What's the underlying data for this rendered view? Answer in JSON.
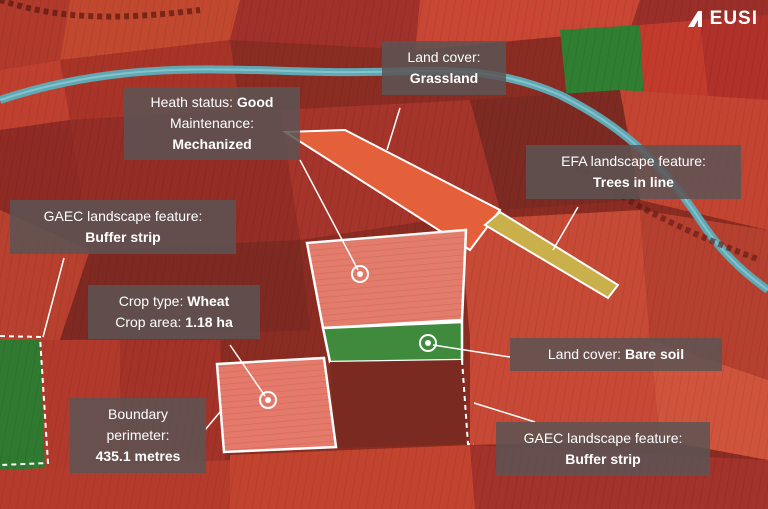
{
  "brand": {
    "name": "EUSI",
    "logo_icon": "eusi-logo-icon"
  },
  "colors": {
    "callout_bg": "#5c5454",
    "callout_text": "#ffffff",
    "boundary_line": "#ffffff",
    "river": "#5fa8b4",
    "field_red": "#c83a2e",
    "field_green": "#3f8a3c"
  },
  "callouts": {
    "grassland": {
      "label": "Land cover:",
      "value": "Grassland"
    },
    "health": {
      "label1": "Heath status:",
      "value1": "Good",
      "label2": "Maintenance:",
      "value2": "Mechanized"
    },
    "efa": {
      "label": "EFA landscape feature:",
      "value": "Trees in line"
    },
    "gaec_left": {
      "label": "GAEC landscape feature:",
      "value": "Buffer strip"
    },
    "crop": {
      "label1": "Crop type:",
      "value1": "Wheat",
      "label2": "Crop area:",
      "value2": "1.18 ha"
    },
    "bare_soil": {
      "label": "Land cover:",
      "value": "Bare soil"
    },
    "boundary": {
      "line1": "Boundary",
      "line2": "perimeter:",
      "value": "435.1 metres"
    },
    "gaec_right": {
      "label": "GAEC landscape feature:",
      "value": "Buffer strip"
    }
  }
}
